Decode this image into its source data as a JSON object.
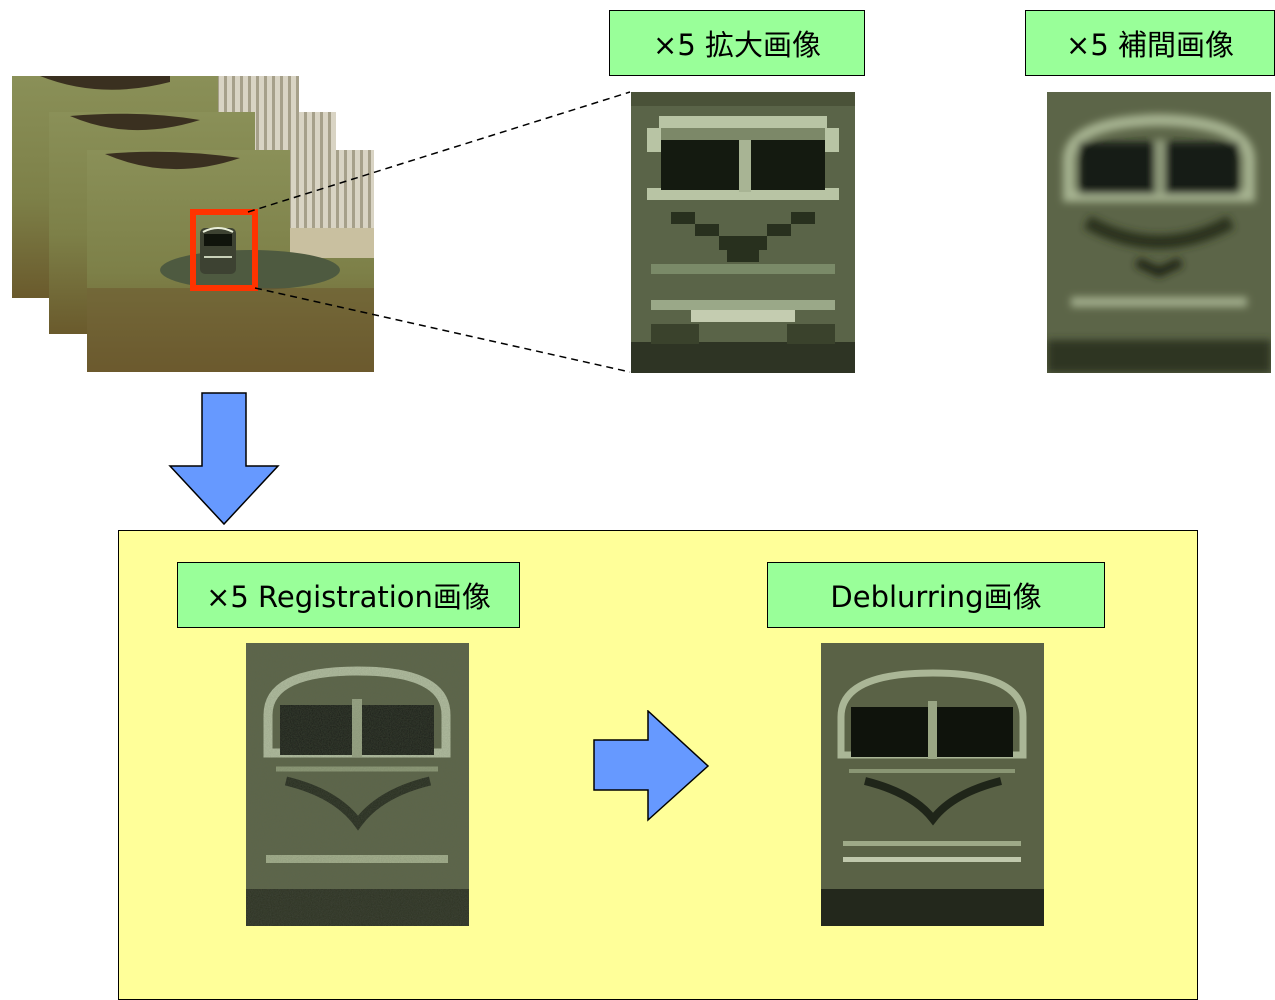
{
  "labels": {
    "zoom": "×5 拡大画像",
    "interp": "×5 補間画像",
    "registration": "×5 Registration画像",
    "deblur": "Deblurring画像"
  },
  "colors": {
    "label_fill": "#99ff99",
    "panel_fill": "#ffff99",
    "arrow_fill": "#6699ff",
    "highlight": "#ff3300"
  },
  "icons": {
    "down_arrow": "arrow-down-icon",
    "right_arrow": "arrow-right-icon"
  }
}
